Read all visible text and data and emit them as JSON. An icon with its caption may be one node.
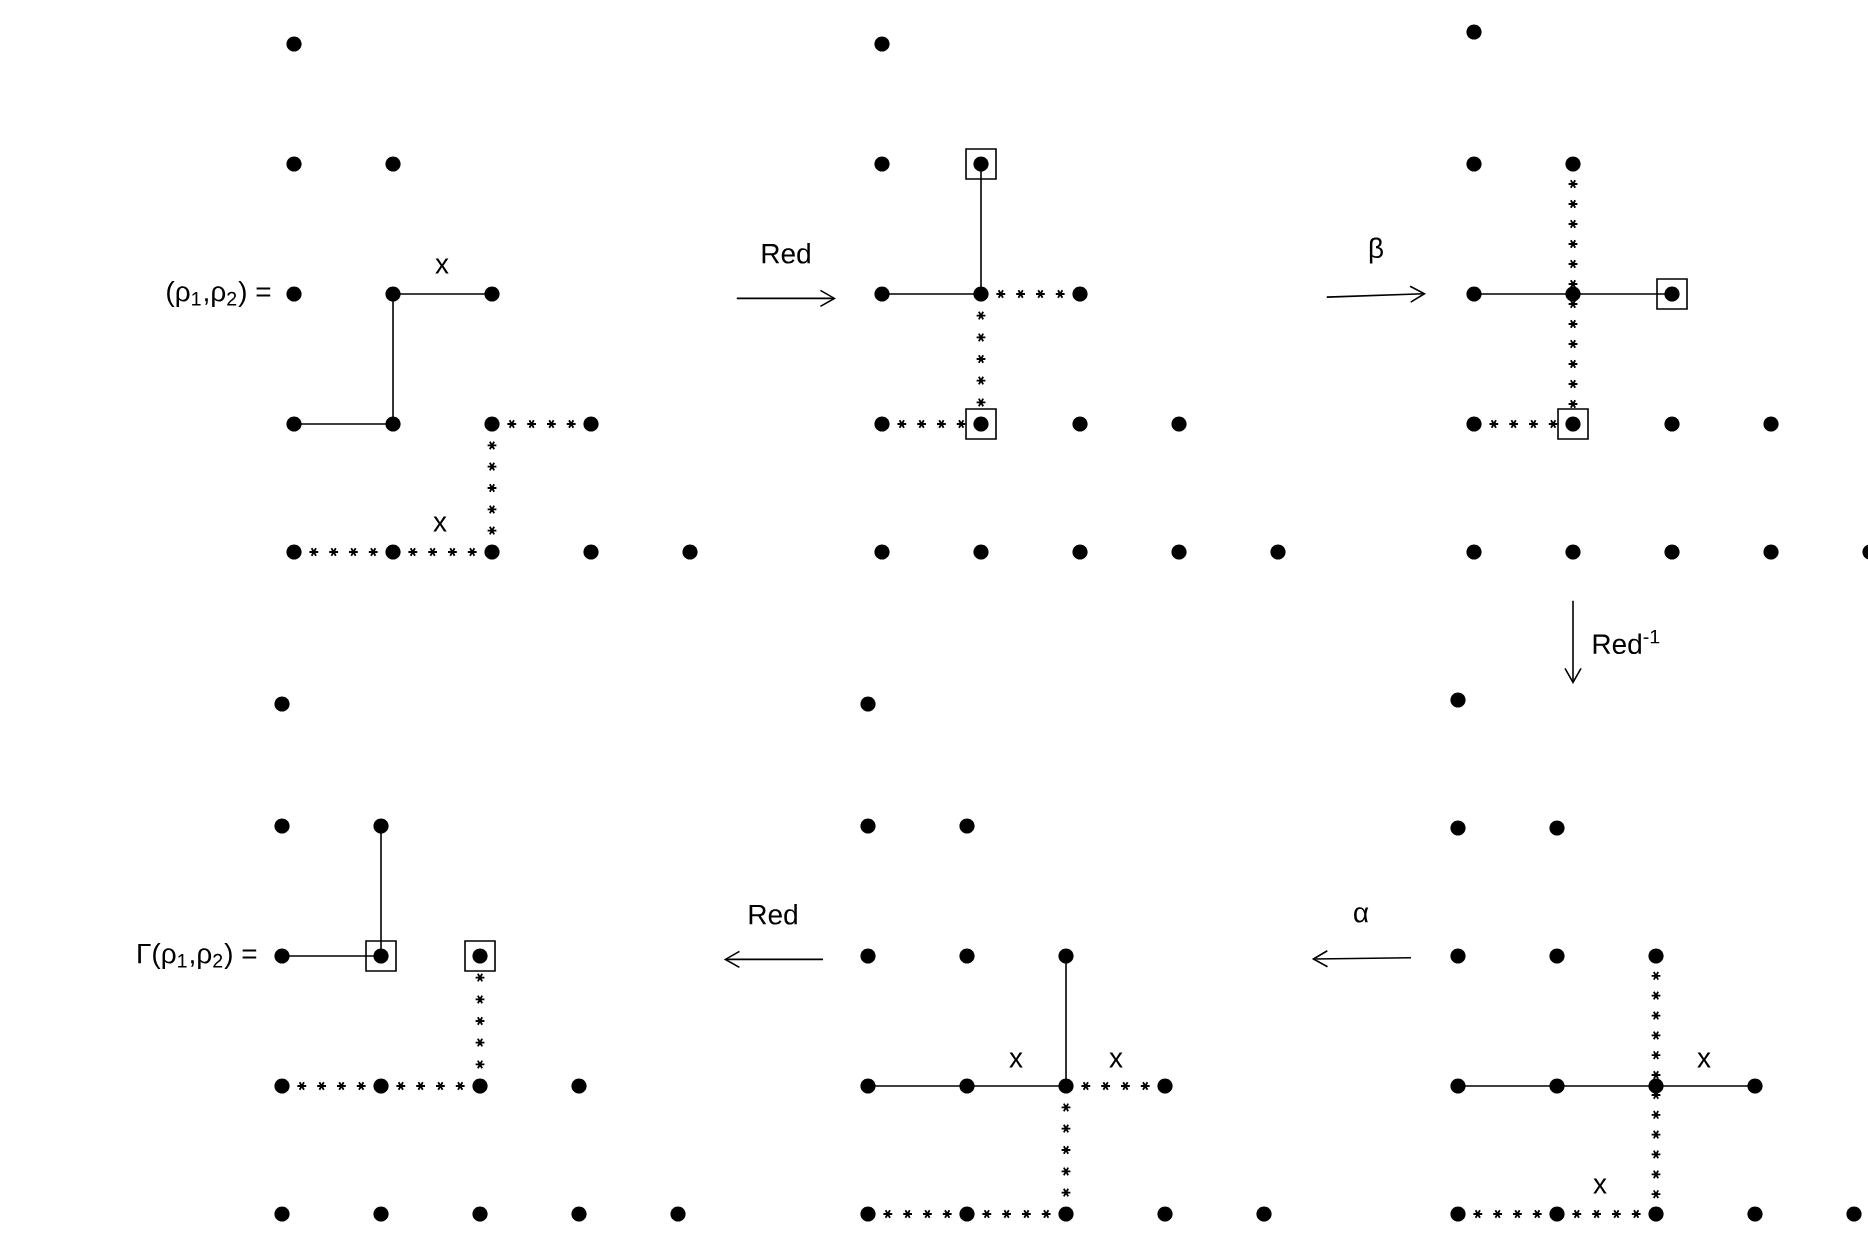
{
  "diagram": {
    "nodes": [
      {
        "text": [],
        "shape": "picture",
        "beside": [
          "(ρ$_{1}$,ρ$_{2}$) ="
        ]
      },
      {
        "text": [],
        "shape": "picture"
      },
      {
        "text": [],
        "shape": "picture"
      },
      {
        "text": [],
        "shape": "picture",
        "beside": [
          "Γ(ρ$_{1}$,ρ$_{2}$) ="
        ]
      },
      {
        "text": [],
        "shape": "picture"
      },
      {
        "text": [],
        "shape": "picture"
      }
    ],
    "edges": [
      {
        "from": 0,
        "to": 1,
        "arrow": "to",
        "label": "Red"
      },
      {
        "from": 1,
        "to": 2,
        "arrow": "to",
        "label": "β"
      },
      {
        "from": 2,
        "to": 5,
        "arrow": "to",
        "label": "Red$^{-1}$"
      },
      {
        "from": 5,
        "to": 4,
        "arrow": "to",
        "label": "α"
      },
      {
        "from": 4,
        "to": 3,
        "arrow": "to",
        "label": "Red"
      }
    ],
    "labels": [
      "x",
      "x",
      "x",
      "x",
      "x",
      "x"
    ]
  }
}
